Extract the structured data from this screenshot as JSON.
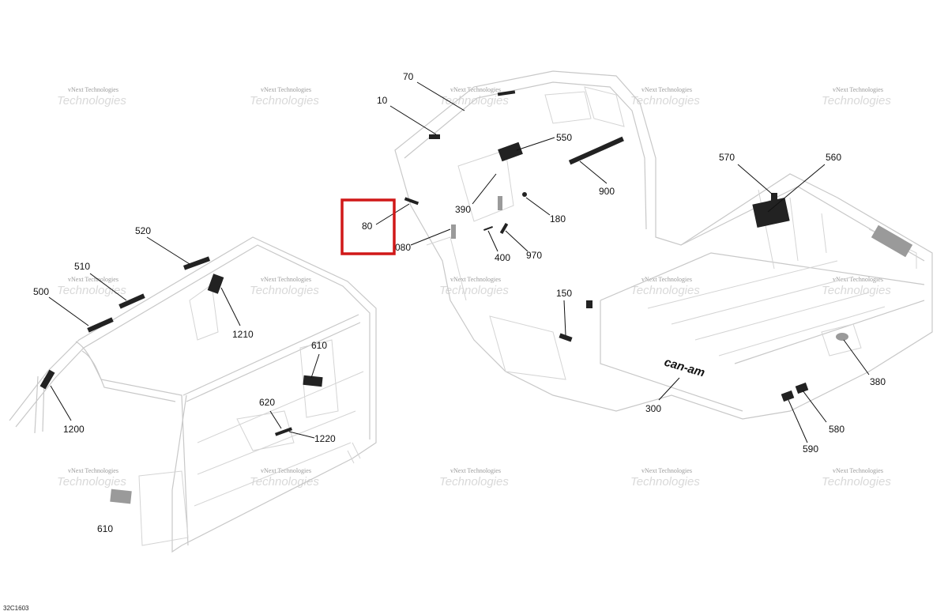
{
  "diagram": {
    "figure_id": "32C1603",
    "watermark_lines": [
      "vNext Technologies",
      "Technologies"
    ],
    "highlight_color": "#d01818",
    "highlighted_callout": "80",
    "callouts": [
      {
        "id": "c70",
        "label": "70"
      },
      {
        "id": "c10",
        "label": "10"
      },
      {
        "id": "c550",
        "label": "550"
      },
      {
        "id": "c900",
        "label": "900"
      },
      {
        "id": "c390",
        "label": "390"
      },
      {
        "id": "c180",
        "label": "180"
      },
      {
        "id": "c80",
        "label": "80"
      },
      {
        "id": "c1080",
        "label": "080"
      },
      {
        "id": "c400",
        "label": "400"
      },
      {
        "id": "c970",
        "label": "970"
      },
      {
        "id": "c570",
        "label": "570"
      },
      {
        "id": "c560",
        "label": "560"
      },
      {
        "id": "c520",
        "label": "520"
      },
      {
        "id": "c510",
        "label": "510"
      },
      {
        "id": "c500",
        "label": "500"
      },
      {
        "id": "c1210",
        "label": "1210"
      },
      {
        "id": "c610a",
        "label": "610"
      },
      {
        "id": "c620",
        "label": "620"
      },
      {
        "id": "c1220",
        "label": "1220"
      },
      {
        "id": "c1200",
        "label": "1200"
      },
      {
        "id": "c610b",
        "label": "610"
      },
      {
        "id": "c150",
        "label": "150"
      },
      {
        "id": "c300",
        "label": "300"
      },
      {
        "id": "c380",
        "label": "380"
      },
      {
        "id": "c580",
        "label": "580"
      },
      {
        "id": "c590",
        "label": "590"
      }
    ],
    "decal_text": "can-am"
  }
}
